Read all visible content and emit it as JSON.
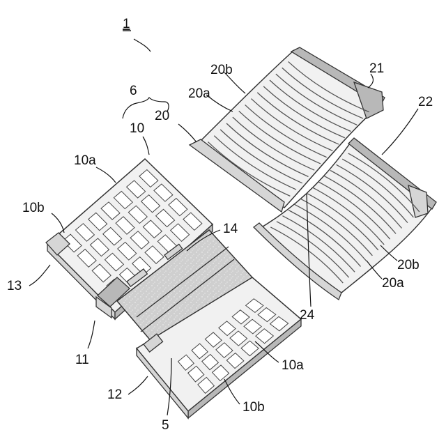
{
  "labels": {
    "main": "1",
    "assembly": "6",
    "part_5": "5",
    "part_10": "10",
    "part_10a_top": "10a",
    "part_10b_left": "10b",
    "part_10a_bottom": "10a",
    "part_10b_bottom": "10b",
    "part_11": "11",
    "part_12": "12",
    "part_13": "13",
    "part_14": "14",
    "part_20_left": "20",
    "part_20a_top": "20a",
    "part_20b_top": "20b",
    "part_21": "21",
    "part_22": "22",
    "part_24": "24",
    "part_20a_right": "20a",
    "part_20b_right": "20b"
  }
}
